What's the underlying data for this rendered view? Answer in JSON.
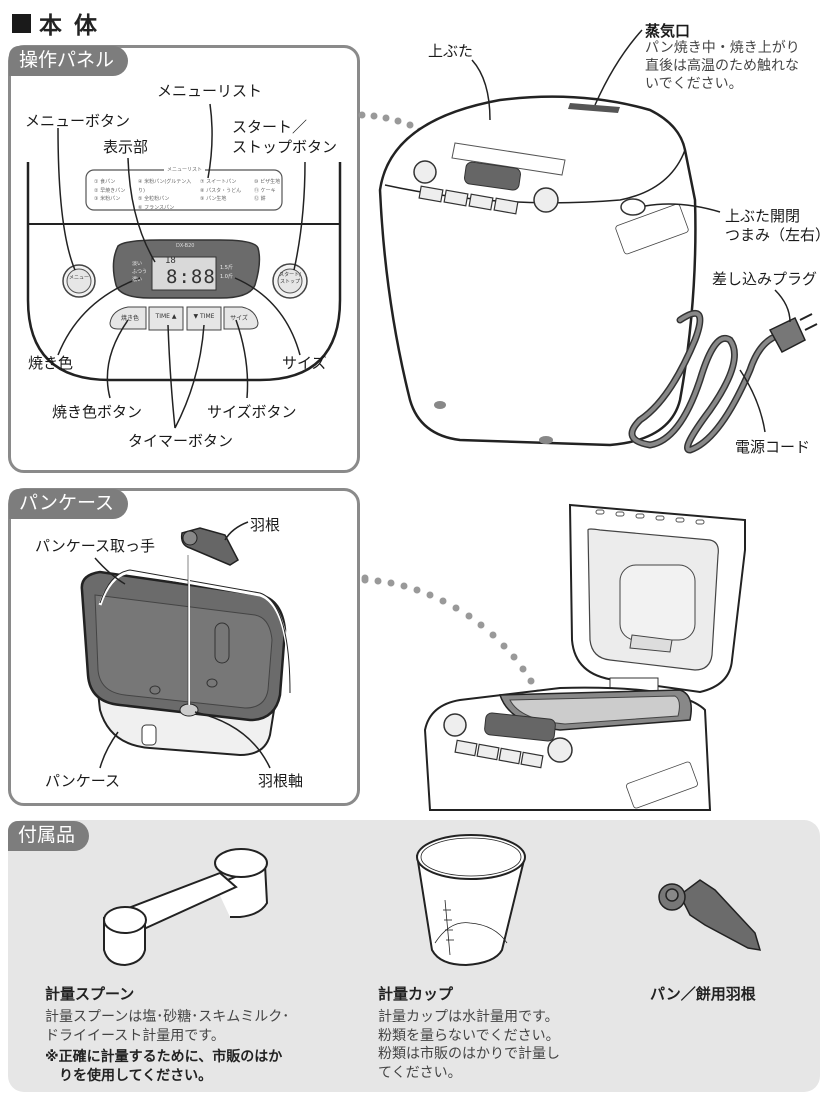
{
  "section_title": "本 体",
  "control_panel": {
    "tag": "操作パネル",
    "labels": {
      "menu_list": "メニューリスト",
      "menu_button": "メニューボタン",
      "display": "表示部",
      "start_stop_line1": "スタート／",
      "start_stop_line2": "ストップボタン",
      "crust_color": "焼き色",
      "size": "サイズ",
      "crust_button": "焼き色ボタン",
      "size_button": "サイズボタン",
      "timer_button": "タイマーボタン"
    },
    "menu_list_card": {
      "title": "メニューリスト",
      "columns": [
        [
          "① 食パン",
          "② 早焼きパン",
          "③ 米粉パン"
        ],
        [
          "④ 米粉パン(グルテン入り)",
          "⑤ 全粒粉パン",
          "⑥ フランスパン"
        ],
        [
          "⑦ スイートパン",
          "⑧ パスタ・うどん",
          "⑨ パン生地"
        ],
        [
          "⑩ ピザ生地",
          "⑪ ケーキ",
          "⑫ 餅"
        ]
      ]
    },
    "display_panel": {
      "model": "DX-B20",
      "menu_number": "18",
      "time": "8:88",
      "left_indicators": [
        "淡い",
        "ふつう",
        "濃い"
      ],
      "right_indicators": [
        "1.5斤",
        "1.0斤"
      ]
    },
    "buttons": {
      "menu": "メニュー",
      "start_stop": "スタート/ストップ",
      "crust": "焼き色",
      "time_up": "TIME ▲",
      "time_down": "▼ TIME",
      "size": "サイズ"
    }
  },
  "main_unit": {
    "labels": {
      "lid": "上ぶた",
      "steam_vent": "蒸気口",
      "steam_warning": [
        "パン焼き中・焼き上がり",
        "直後は高温のため触れな",
        "いでください。"
      ],
      "lid_latch_line1": "上ぶた開閉",
      "lid_latch_line2": "つまみ（左右）",
      "plug": "差し込みプラグ",
      "power_cord": "電源コード"
    }
  },
  "bread_pan": {
    "tag": "パンケース",
    "labels": {
      "handle": "パンケース取っ手",
      "blade": "羽根",
      "pan": "パンケース",
      "shaft": "羽根軸"
    }
  },
  "accessories": {
    "tag": "付属品",
    "items": [
      {
        "title": "計量スプーン",
        "body": [
          "計量スプーンは塩･砂糖･スキムミルク･",
          "ドライイースト計量用です。"
        ],
        "note": [
          "※正確に計量するために、市販のはか",
          "　りを使用してください。"
        ]
      },
      {
        "title": "計量カップ",
        "body": [
          "計量カップは水計量用です。",
          "粉類を量らないでください。",
          "粉類は市販のはかりで計量し",
          "てください。"
        ]
      },
      {
        "title": "パン／餅用羽根"
      }
    ]
  }
}
